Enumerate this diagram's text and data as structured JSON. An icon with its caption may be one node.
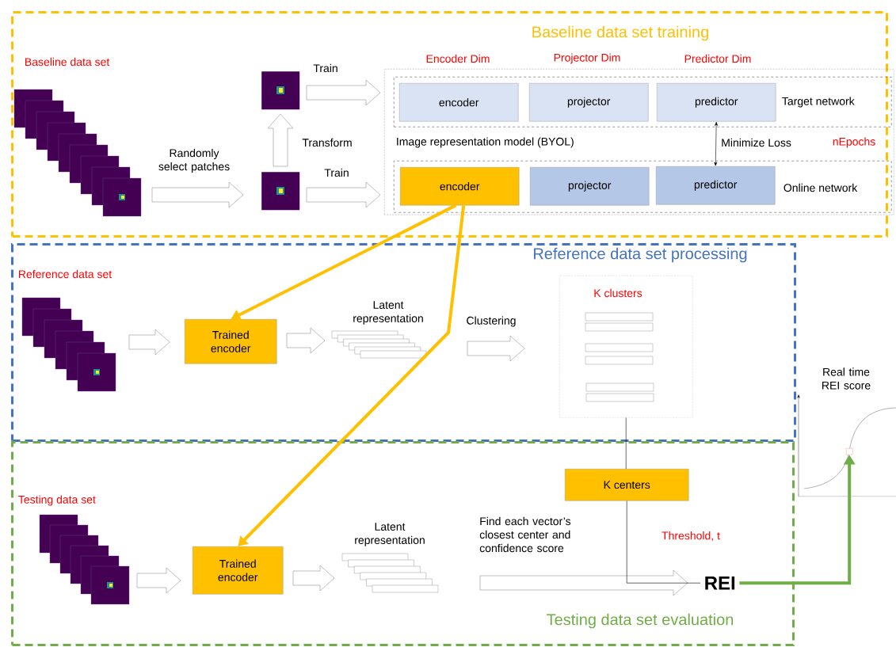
{
  "diagram": {
    "nodes": [
      {
        "text": [
          "Baseline data set training"
        ]
      },
      {
        "text": [
          "Baseline data set"
        ],
        "in": 0
      },
      {
        "text": [],
        "shape": "picture",
        "in": 0
      },
      {
        "text": [],
        "shape": "picture",
        "in": 0
      },
      {
        "text": [
          "Image representation model (BYOL)"
        ],
        "in": 0
      },
      {
        "text": [
          "Target network"
        ],
        "in": 4
      },
      {
        "text": [
          "encoder"
        ],
        "in": 5
      },
      {
        "text": [
          "projector"
        ],
        "in": 5
      },
      {
        "text": [
          "predictor"
        ],
        "in": 5
      },
      {
        "text": [
          "Online network"
        ],
        "in": 4
      },
      {
        "text": [
          "encoder"
        ],
        "in": 9
      },
      {
        "text": [
          "projector"
        ],
        "in": 9
      },
      {
        "text": [
          "predictor"
        ],
        "in": 9
      },
      {
        "text": [
          "Reference data set processing"
        ]
      },
      {
        "text": [
          "Reference data set"
        ],
        "in": 13
      },
      {
        "text": [
          "Trained encoder"
        ],
        "in": 13
      },
      {
        "text": [
          "Latent representation"
        ],
        "in": 13
      },
      {
        "text": [
          "K clusters"
        ],
        "in": 13
      },
      {
        "text": [
          "Testing data set evaluation"
        ]
      },
      {
        "text": [
          "Testing data set"
        ],
        "in": 18
      },
      {
        "text": [
          "Trained encoder"
        ],
        "in": 18
      },
      {
        "text": [
          "Latent representation"
        ],
        "in": 18
      },
      {
        "text": [
          "K centers"
        ],
        "in": 18
      },
      {
        "text": [
          "REI"
        ],
        "in": 18
      },
      {
        "text": [
          "Real time REI score"
        ]
      },
      {
        "text": [],
        "shape": "box",
        "in": 24
      }
    ],
    "edges": [
      {
        "from": 1,
        "to": 3,
        "arrow": "to",
        "label": "Randomly select patches"
      },
      {
        "from": 3,
        "to": 2,
        "arrow": "to",
        "label": "Transform"
      },
      {
        "from": 2,
        "to": 5,
        "arrow": "to",
        "label": "Train"
      },
      {
        "from": 3,
        "to": 9,
        "arrow": "to",
        "label": "Train"
      },
      {
        "from": 8,
        "to": 12,
        "arrow": "both",
        "label": "Minimize Loss"
      },
      {
        "from": 10,
        "to": 15,
        "arrow": "to",
        "style": "thick",
        "color": "#ffc000"
      },
      {
        "from": 10,
        "to": 20,
        "arrow": "to",
        "style": "thick",
        "color": "#ffc000"
      },
      {
        "from": 14,
        "to": 15,
        "arrow": "to"
      },
      {
        "from": 15,
        "to": 16,
        "arrow": "to"
      },
      {
        "from": 16,
        "to": 17,
        "arrow": "to",
        "label": "Clustering"
      },
      {
        "from": 17,
        "to": 22,
        "arrow": "none"
      },
      {
        "from": 19,
        "to": 20,
        "arrow": "to"
      },
      {
        "from": 20,
        "to": 21,
        "arrow": "to"
      },
      {
        "from": 21,
        "to": 23,
        "arrow": "to",
        "label": "Find each vector’s closest center and confidence score"
      },
      {
        "from": 22,
        "to": 23,
        "arrow": "none"
      },
      {
        "from": 23,
        "to": 25,
        "arrow": "to",
        "style": "thick",
        "color": "#70ad47"
      }
    ],
    "labels": [
      "Encoder Dim",
      "Projector Dim",
      "Predictor Dim",
      "nEpochs",
      "Threshold, t"
    ]
  }
}
